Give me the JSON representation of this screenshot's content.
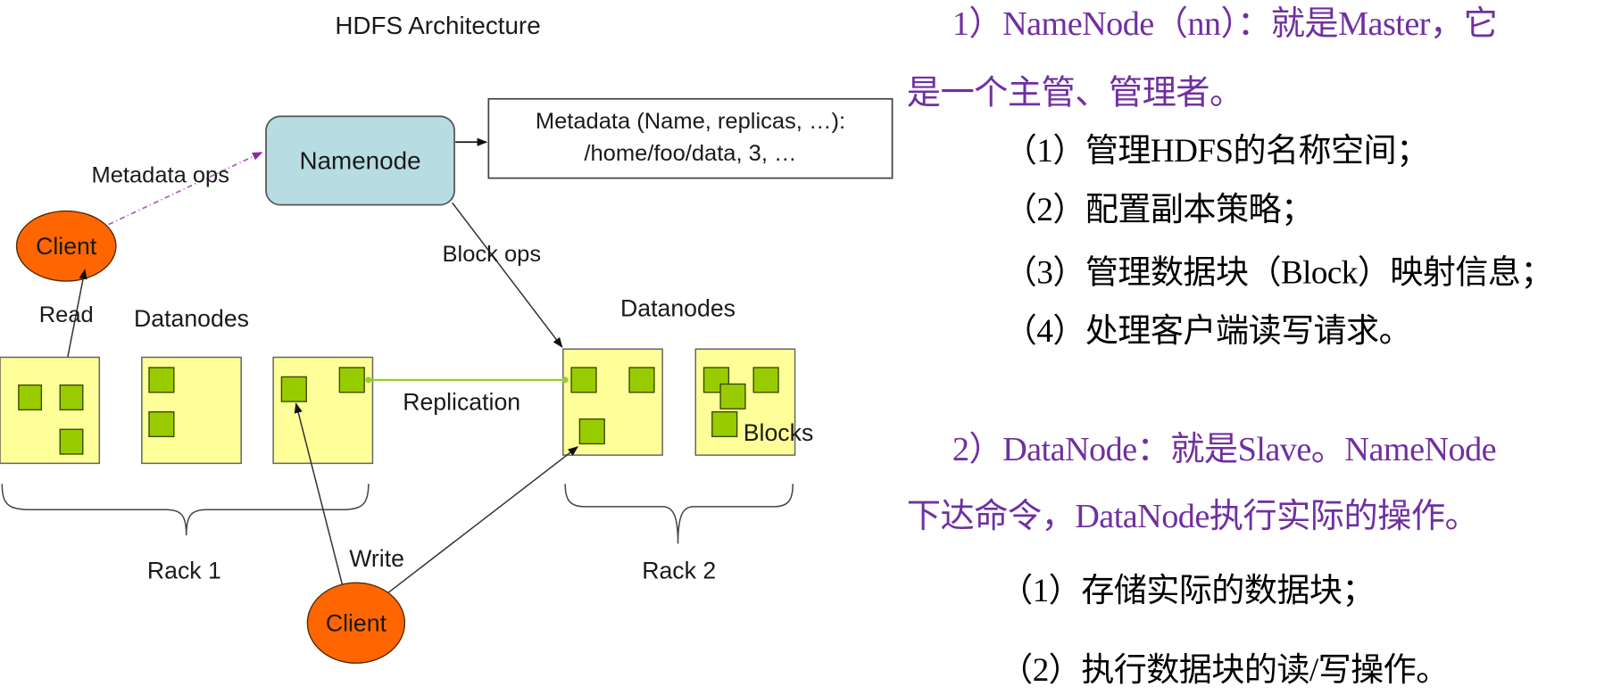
{
  "diagram": {
    "title": "HDFS Architecture",
    "namenode_label": "Namenode",
    "metadata_box": {
      "line1": "Metadata (Name, replicas, …):",
      "line2": "/home/foo/data, 3, …"
    },
    "labels": {
      "metadata_ops": "Metadata ops",
      "block_ops": "Block ops",
      "read": "Read",
      "write": "Write",
      "replication": "Replication",
      "blocks": "Blocks",
      "datanodes_left": "Datanodes",
      "datanodes_right": "Datanodes",
      "rack1": "Rack 1",
      "rack2": "Rack 2"
    },
    "client_top_label": "Client",
    "client_bottom_label": "Client",
    "colors": {
      "namenode_fill": "#b7dde2",
      "client_fill": "#ff6600",
      "datanode_fill": "#ffff99",
      "block_fill": "#99cc00",
      "replication_line": "#99cc33",
      "metadata_ops_line": "#993399"
    }
  },
  "text_panel": {
    "namenode_heading_line1": "1）NameNode（nn）：就是Master，它",
    "namenode_heading_line2": "是一个主管、管理者。",
    "namenode_items": [
      "（1）管理HDFS的名称空间；",
      "（2）配置副本策略；",
      "（3）管理数据块（Block）映射信息；",
      "（4）处理客户端读写请求。"
    ],
    "datanode_heading_line1": "2）DataNode：就是Slave。NameNode",
    "datanode_heading_line2": "下达命令，DataNode执行实际的操作。",
    "datanode_items": [
      "（1）存储实际的数据块；",
      "（2）执行数据块的读/写操作。"
    ],
    "colors": {
      "heading": "#7030a0",
      "item": "#000000"
    }
  }
}
